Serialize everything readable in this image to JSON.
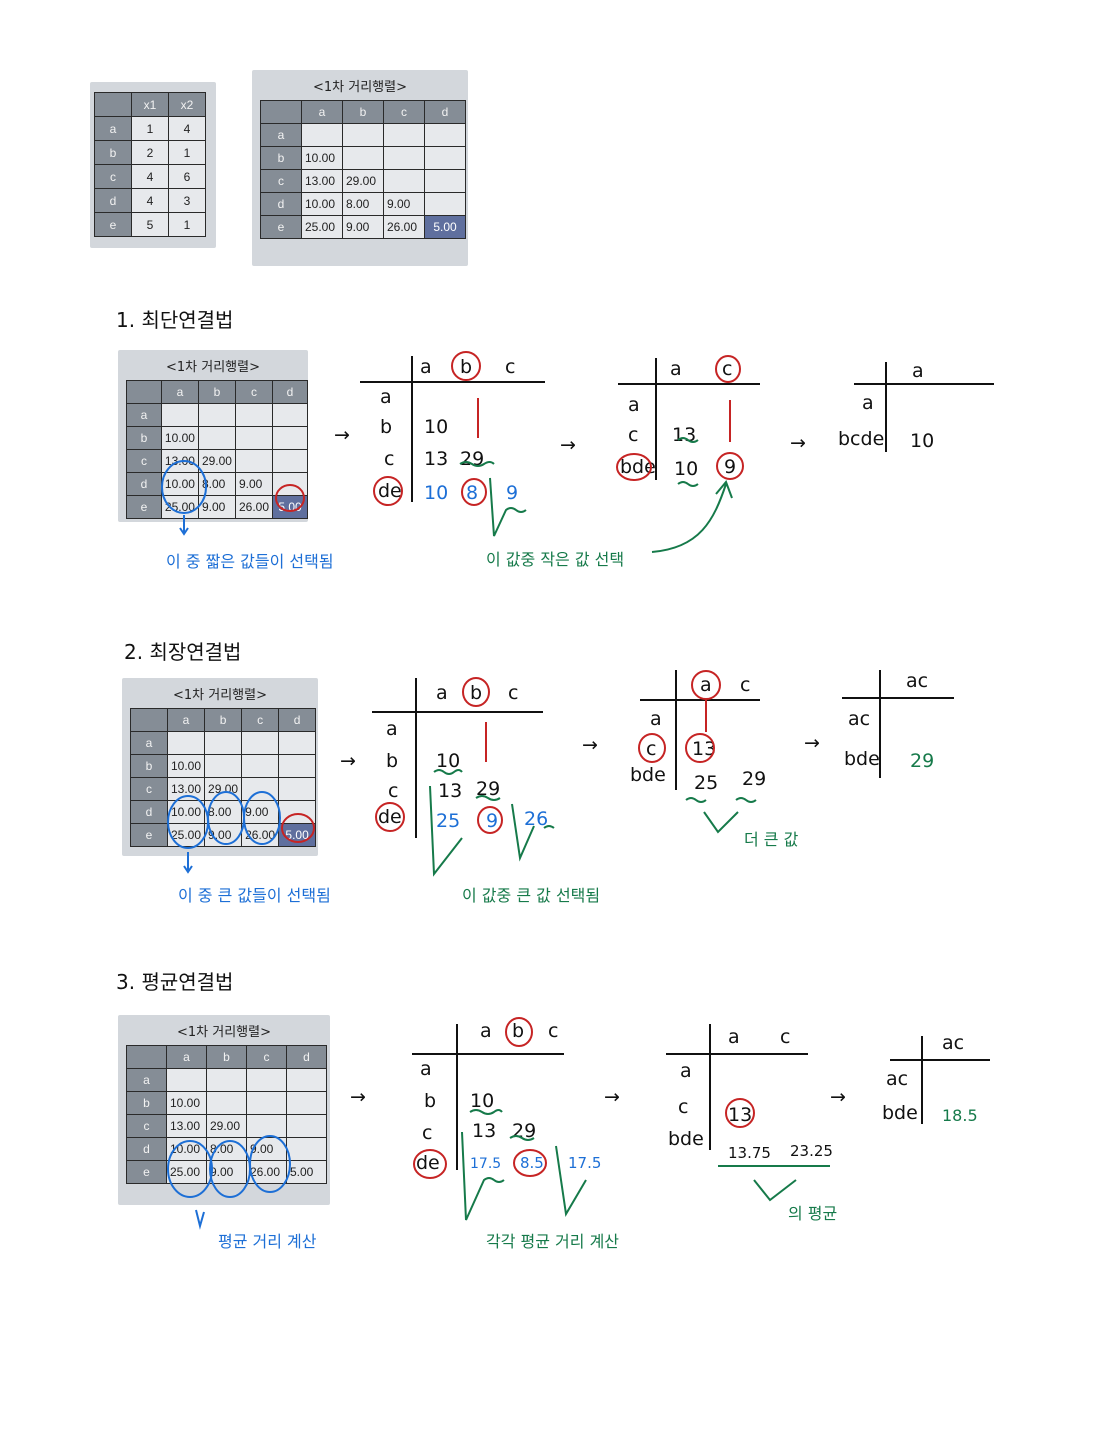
{
  "coord_table": {
    "headers": [
      "",
      "x1",
      "x2"
    ],
    "rows": [
      [
        "a",
        "1",
        "4"
      ],
      [
        "b",
        "2",
        "1"
      ],
      [
        "c",
        "4",
        "6"
      ],
      [
        "d",
        "4",
        "3"
      ],
      [
        "e",
        "5",
        "1"
      ]
    ]
  },
  "matrix": {
    "caption": "<1차 거리행렬>",
    "headers": [
      "",
      "a",
      "b",
      "c",
      "d"
    ],
    "rows": [
      [
        "a",
        "",
        "",
        "",
        ""
      ],
      [
        "b",
        "10.00",
        "",
        "",
        ""
      ],
      [
        "c",
        "13.00",
        "29.00",
        "",
        ""
      ],
      [
        "d",
        "10.00",
        "8.00",
        "9.00",
        ""
      ],
      [
        "e",
        "25.00",
        "9.00",
        "26.00",
        "5.00"
      ]
    ]
  },
  "sections": [
    {
      "title": "1. 최단연결법",
      "note_left": "이 중 짧은 값들이 선택됨",
      "note_mid": "이 값중 작은 값 선택",
      "step1": {
        "cols": [
          "a",
          "b",
          "c"
        ],
        "rows": [
          "a",
          "b",
          "c",
          "de"
        ],
        "b_a": "10",
        "c_a": "13",
        "c_b": "29",
        "de_a": "10",
        "de_b": "8",
        "de_c": "9"
      },
      "step2": {
        "cols": [
          "a",
          "c"
        ],
        "rows": [
          "a",
          "c",
          "bde"
        ],
        "c_a": "13",
        "bde_a": "10",
        "bde_c": "9"
      },
      "step3": {
        "cols": [
          "a"
        ],
        "rows": [
          "a",
          "bcde"
        ],
        "bcde_a": "10"
      }
    },
    {
      "title": "2. 최장연결법",
      "note_left": "이 중 큰 값들이 선택됨",
      "note_mid": "이 값중 큰 값 선택됨",
      "note_right": "더 큰 값",
      "step1": {
        "cols": [
          "a",
          "b",
          "c"
        ],
        "rows": [
          "a",
          "b",
          "c",
          "de"
        ],
        "b_a": "10",
        "c_a": "13",
        "c_b": "29",
        "de_a": "25",
        "de_b": "9",
        "de_c": "26"
      },
      "step2": {
        "cols": [
          "a",
          "c"
        ],
        "rows": [
          "a",
          "c",
          "bde"
        ],
        "c_a": "13",
        "bde_a": "25",
        "bde_c": "29"
      },
      "step3": {
        "cols": [
          "ac"
        ],
        "rows": [
          "ac",
          "bde"
        ],
        "bde_ac": "29"
      }
    },
    {
      "title": "3. 평균연결법",
      "note_left": "평균 거리 계산",
      "note_mid": "각각 평균 거리 계산",
      "note_right": "의 평균",
      "step1": {
        "cols": [
          "a",
          "b",
          "c"
        ],
        "rows": [
          "a",
          "b",
          "c",
          "de"
        ],
        "b_a": "10",
        "c_a": "13",
        "c_b": "29",
        "de_a": "17.5",
        "de_b": "8.5",
        "de_c": "17.5"
      },
      "step2": {
        "cols": [
          "a",
          "c"
        ],
        "rows": [
          "a",
          "c",
          "bde"
        ],
        "c_a": "13",
        "bde_a": "13.75",
        "bde_c": "23.25"
      },
      "step3": {
        "cols": [
          "ac"
        ],
        "rows": [
          "ac",
          "bde"
        ],
        "bde_ac": "18.5"
      }
    }
  ],
  "arrow": "→"
}
